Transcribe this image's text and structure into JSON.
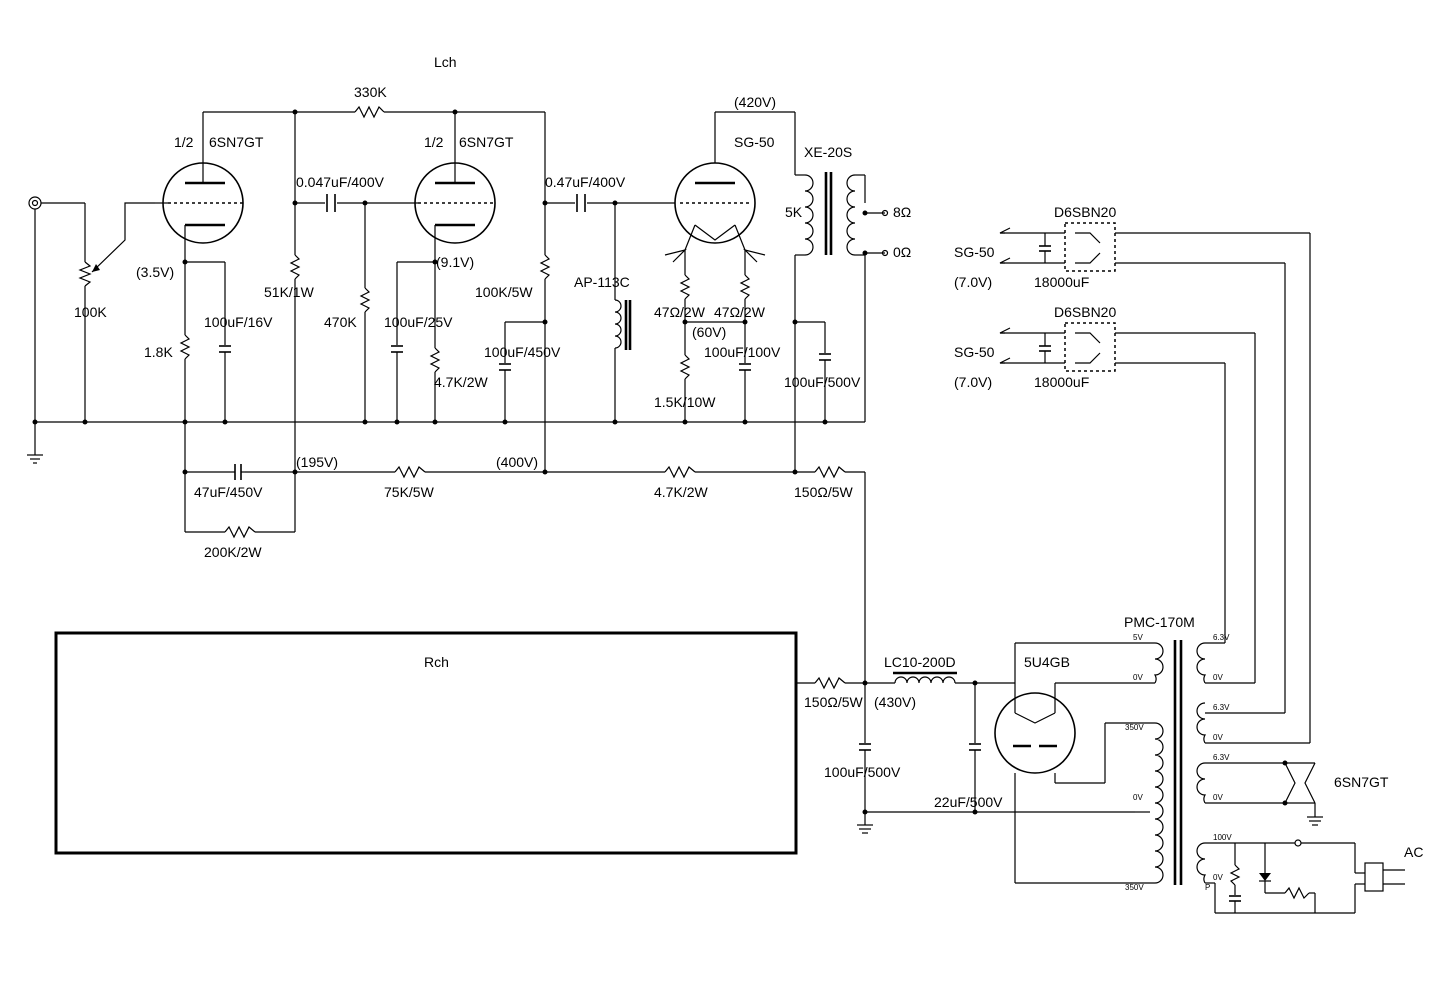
{
  "labels": {
    "lch": "Lch",
    "rch": "Rch",
    "r330k": "330K",
    "tube1_half": "1/2",
    "tube1_name": "6SN7GT",
    "tube2_half": "1/2",
    "tube2_name": "6SN7GT",
    "v420": "(420V)",
    "sg50_out": "SG-50",
    "xe20s": "XE-20S",
    "c047": "0.047uF/400V",
    "c047b": "0.47uF/400V",
    "ohm8": "8Ω",
    "ohm0": "0Ω",
    "k5": "5K",
    "v35": "(3.5V)",
    "v91": "(9.1V)",
    "r51k": "51K/1W",
    "r100k5w": "100K/5W",
    "ap113c": "AP-113C",
    "r47a": "47Ω/2W",
    "r47b": "47Ω/2W",
    "pot100k": "100K",
    "c100_16": "100uF/16V",
    "r470k": "470K",
    "c100_25": "100uF/25V",
    "v60": "(60V)",
    "r18k": "1.8K",
    "c100_450": "100uF/450V",
    "c100_100": "100uF/100V",
    "r47k2w": "4.7K/2W",
    "c100_500a": "100uF/500V",
    "r15k": "1.5K/10W",
    "v195": "(195V)",
    "v400": "(400V)",
    "c47_450": "47uF/450V",
    "r75k": "75K/5W",
    "r47k2w_b": "4.7K/2W",
    "r150_a": "150Ω/5W",
    "r200k": "200K/2W",
    "d6sbn20_a": "D6SBN20",
    "sg50_h1": "SG-50",
    "v70_a": "(7.0V)",
    "c18000_a": "18000uF",
    "d6sbn20_b": "D6SBN20",
    "sg50_h2": "SG-50",
    "v70_b": "(7.0V)",
    "c18000_b": "18000uF",
    "pmc170m": "PMC-170M",
    "lc10": "LC10-200D",
    "u4gb": "5U4GB",
    "r150_b": "150Ω/5W",
    "v430": "(430V)",
    "c100_500b": "100uF/500V",
    "c22_500": "22uF/500V",
    "sn7_heater": "6SN7GT",
    "ac": "AC",
    "t_5v": "5V",
    "t_0v_a": "0V",
    "t_350_a": "350V",
    "t_0v_b": "0V",
    "t_350_b": "350V",
    "t_63_a": "6.3V",
    "t_0v_c": "0V",
    "t_63_b": "6.3V",
    "t_0v_d": "0V",
    "t_63_c": "6.3V",
    "t_0v_e": "0V",
    "t_100v": "100V",
    "t_0v_f": "0V",
    "t_p": "P"
  }
}
